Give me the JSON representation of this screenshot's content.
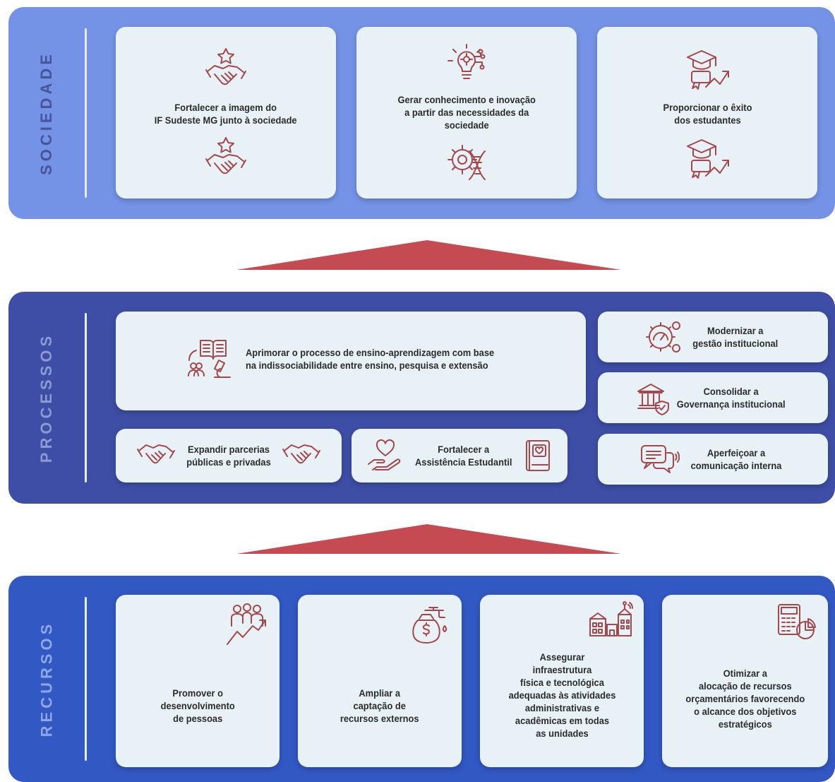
{
  "colors": {
    "sociedade_band": "#7593e6",
    "processos_band": "#3e4ea6",
    "recursos_band": "#3258c4",
    "card": "#e7f1f6",
    "icon": "#a6474b",
    "arrow": "#c54a52"
  },
  "sociedade": {
    "label": "SOCIEDADE",
    "cards": [
      {
        "text": "Fortalecer a imagem do\nIF Sudeste MG junto à sociedade",
        "icons": [
          "handshake-star-icon",
          "handshake-star-icon"
        ]
      },
      {
        "text": "Gerar conhecimento e inovação\na partir das necessidades da\nsociedade",
        "icons": [
          "lightbulb-gear-icon",
          "gear-dna-icon"
        ]
      },
      {
        "text": "Proporcionar o êxito\ndos estudantes",
        "icons": [
          "graduation-growth-icon",
          "graduation-growth-icon"
        ]
      }
    ]
  },
  "processos": {
    "label": "PROCESSOS",
    "cards": [
      {
        "text": "Aprimorar o processo de ensino-aprendizagem com base\nna indissociabilidade entre ensino, pesquisa e extensão",
        "icons": [
          "book-microscope-icon"
        ]
      },
      {
        "text": "Expandir parcerias\npúblicas e privadas",
        "icons": [
          "handshake-icon",
          "handshake-icon"
        ]
      },
      {
        "text": "Fortalecer a\nAssistência Estudantil",
        "icons": [
          "heart-hand-icon",
          "heart-book-icon"
        ]
      },
      {
        "text": "Modernizar a\ngestão institucional",
        "icons": [
          "gears-gauge-icon"
        ]
      },
      {
        "text": "Consolidar a\nGovernança institucional",
        "icons": [
          "institution-shield-icon"
        ]
      },
      {
        "text": "Aperfeiçoar a\ncomunicação interna",
        "icons": [
          "chat-bubbles-icon"
        ]
      }
    ]
  },
  "recursos": {
    "label": "RECURSOS",
    "cards": [
      {
        "text": "Promover o\ndesenvolvimento\nde pessoas",
        "icons": [
          "people-growth-icon"
        ]
      },
      {
        "text": "Ampliar a\ncaptação de\nrecursos externos",
        "icons": [
          "money-bag-faucet-icon"
        ]
      },
      {
        "text": "Assegurar\ninfraestrutura\nfísica e tecnológica\nadequadas às atividades\nadministrativas e\nacadêmicas em todas\nas unidades",
        "icons": [
          "buildings-icon"
        ]
      },
      {
        "text": "Otimizar a\nalocação de recursos\norçamentários favorecendo\no alcance dos objetivos\nestratégicos",
        "icons": [
          "calculator-chart-icon"
        ]
      }
    ]
  }
}
